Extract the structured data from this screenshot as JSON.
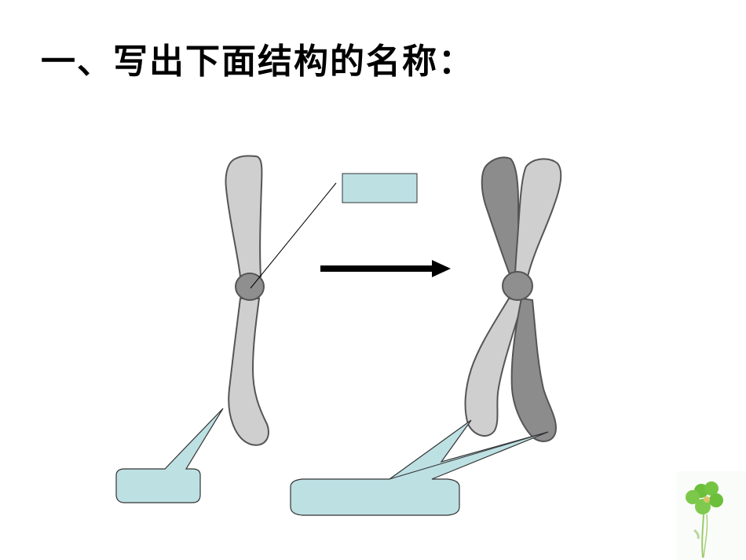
{
  "slide": {
    "title": "一、写出下面结构的名称："
  },
  "diagram": {
    "left_chromosome": "single chromosome with one chromatid and a centromere",
    "right_chromosome": "replicated chromosome with two sister chromatids joined at centromere",
    "arrow": "replication arrow pointing right",
    "label_boxes": [
      {
        "id": "centromere-label",
        "text": "",
        "points_to": "centromere of left chromosome"
      },
      {
        "id": "chromosome-label",
        "text": "",
        "points_to": "lower arm of left chromosome"
      },
      {
        "id": "sister-chromatids-label",
        "text": "",
        "points_to": "both chromatids of right chromosome"
      }
    ]
  },
  "colors": {
    "label_fill": "#bde0e3",
    "light_chromatid": "#cfcfcf",
    "dark_chromatid": "#8c8c8c",
    "centromere": "#8f8f8f",
    "outline": "#555555"
  }
}
